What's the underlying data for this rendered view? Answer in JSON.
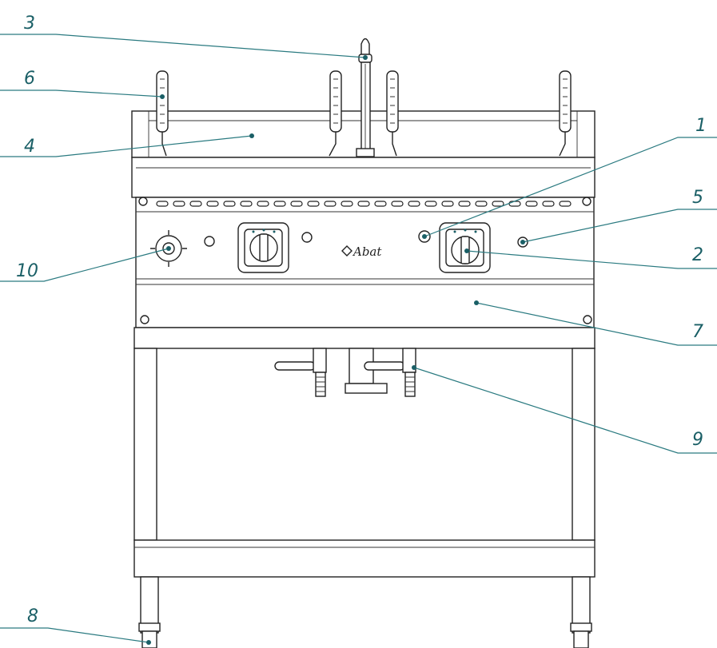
{
  "logo_text": "Abat",
  "callouts": [
    {
      "id": "3",
      "label": "3"
    },
    {
      "id": "6",
      "label": "6"
    },
    {
      "id": "4",
      "label": "4"
    },
    {
      "id": "1",
      "label": "1"
    },
    {
      "id": "5",
      "label": "5"
    },
    {
      "id": "10",
      "label": "10"
    },
    {
      "id": "2",
      "label": "2"
    },
    {
      "id": "7",
      "label": "7"
    },
    {
      "id": "9",
      "label": "9"
    },
    {
      "id": "8",
      "label": "8"
    }
  ],
  "colors": {
    "callout": "#1a5f66",
    "outline": "#222222"
  }
}
